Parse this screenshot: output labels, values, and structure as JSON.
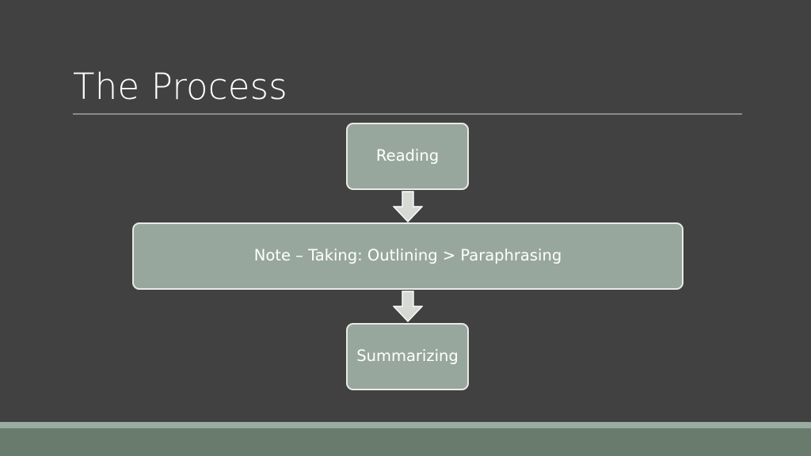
{
  "slide": {
    "background_color": "#414141",
    "title": "The Process",
    "title_color": "#ffffff",
    "rule_color": "#8a8a8a"
  },
  "flow": {
    "box_fill_color": "#98a79d",
    "box_border_color": "#e9eae8",
    "box_text_color": "#ffffff",
    "arrow_fill_color": "#d6d9d4",
    "arrow_border_color": "#ffffff",
    "steps": [
      {
        "id": "reading",
        "label": "Reading"
      },
      {
        "id": "note-taking",
        "label": "Note – Taking: Outlining > Paraphrasing"
      },
      {
        "id": "summarizing",
        "label": "Summarizing"
      }
    ],
    "connectors": [
      {
        "id": "arrow-reading-to-notetaking",
        "icon": "arrow-down-icon"
      },
      {
        "id": "arrow-notetaking-to-summarizing",
        "icon": "arrow-down-icon"
      }
    ]
  },
  "footer": {
    "light_bar_color": "#9aaba0",
    "dark_bar_color": "#697b6d"
  }
}
